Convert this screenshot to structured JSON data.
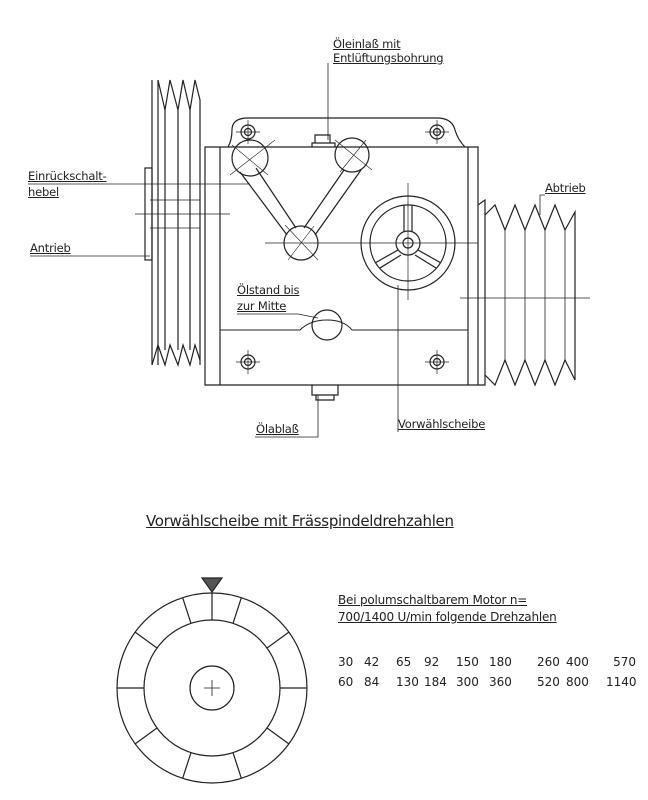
{
  "labels": {
    "oil_inlet_1": "Öleinlaß mit",
    "oil_inlet_2": "Entlüftungsbohrung",
    "lever_1": "Einrückschalt-",
    "lever_2": "hebel",
    "drive_in": "Antrieb",
    "drive_out": "Abtrieb",
    "oil_level_1": "Ölstand bis",
    "oil_level_2": "zur Mitte",
    "oil_drain": "Ölablaß",
    "preselector": "Vorwählscheibe"
  },
  "section_title": "Vorwählscheibe mit Frässpindeldrehzahlen",
  "note": {
    "line1": "Bei polumschaltbarem Motor n=",
    "line2": "700/1400 U/min  folgende Drehzahlen"
  },
  "speeds": {
    "low": [
      "30",
      "42",
      "65",
      "92",
      "150",
      "180",
      "260",
      "400",
      "570"
    ],
    "high": [
      "60",
      "84",
      "130",
      "184",
      "300",
      "360",
      "520",
      "800",
      "1140"
    ]
  }
}
